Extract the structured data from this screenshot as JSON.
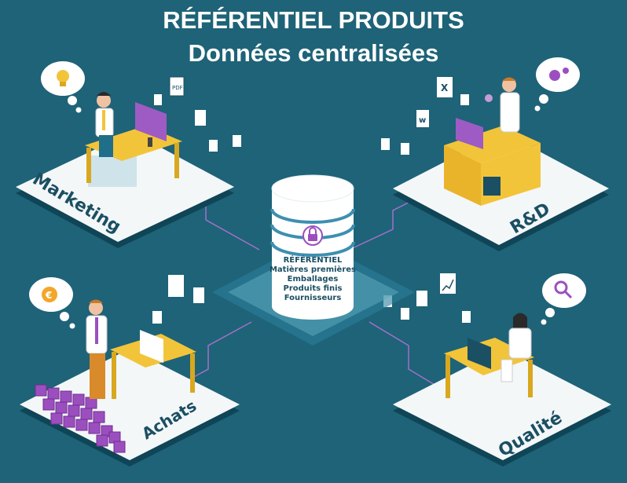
{
  "title": {
    "line1": "RÉFÉRENTIEL PRODUITS",
    "line2": "Données centralisées"
  },
  "departments": {
    "marketing": "Marketing",
    "rd": "R&D",
    "achats": "Achats",
    "qualite": "Qualité"
  },
  "database": {
    "heading": "RÉFÉRENTIEL",
    "items": [
      "Matières premières",
      "Emballages",
      "Produits finis",
      "Fournisseurs"
    ]
  },
  "colors": {
    "background": "#1e6378",
    "platform": "#f4f7f8",
    "desk": "#f2c43a",
    "screen": "#9e5bc4",
    "accent_purple": "#9b4fbf",
    "line": "#a66fc8",
    "text_dark": "#1b4f63"
  },
  "icons": [
    "lightbulb-icon",
    "gears-icon",
    "euro-coin-icon",
    "magnifier-icon",
    "lock-icon",
    "pdf-file-icon",
    "excel-file-icon",
    "word-file-icon"
  ]
}
